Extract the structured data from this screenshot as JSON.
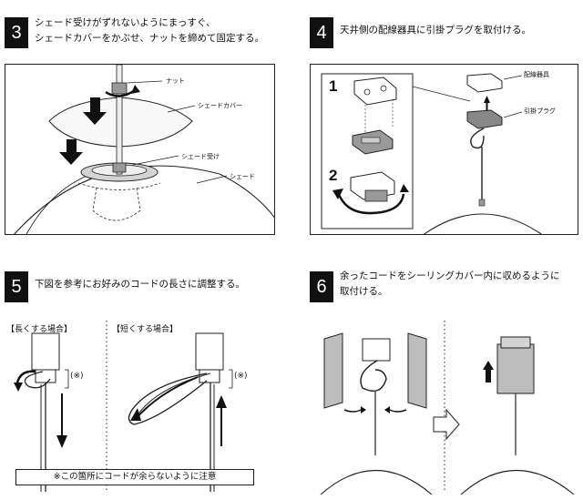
{
  "steps": [
    {
      "number": "3",
      "lines": [
        "シェード受けがずれないようにまっすぐ、",
        "シェードカバーをかぶせ、ナットを締めて固定する。"
      ]
    },
    {
      "number": "4",
      "lines": [
        "天井側の配線器具に引掛プラグを取付ける。"
      ]
    },
    {
      "number": "5",
      "lines": [
        "下図を参考にお好みのコードの長さに調整する。"
      ]
    },
    {
      "number": "6",
      "lines": [
        "余ったコードをシーリングカバー内に収めるように",
        "取付ける。"
      ]
    }
  ],
  "panel3": {
    "nut": "ナット",
    "shade_cover": "シェードカバー",
    "shade_holder": "シェード受け",
    "shade": "シェード"
  },
  "panel4": {
    "fig1": "1",
    "fig2": "2",
    "wiring_fixture": "配線器具",
    "hook_plug": "引掛プラグ"
  },
  "panel5": {
    "longer": "【長くする場合】",
    "shorter": "【短くする場合】",
    "mark_left": "(※)",
    "mark_right": "(※)",
    "note": "※この箇所にコードが余らないように注意"
  },
  "colors": {
    "ink": "#111111",
    "shade_gray": "#bdbdbd",
    "plate_gray": "#d4d4d4"
  }
}
